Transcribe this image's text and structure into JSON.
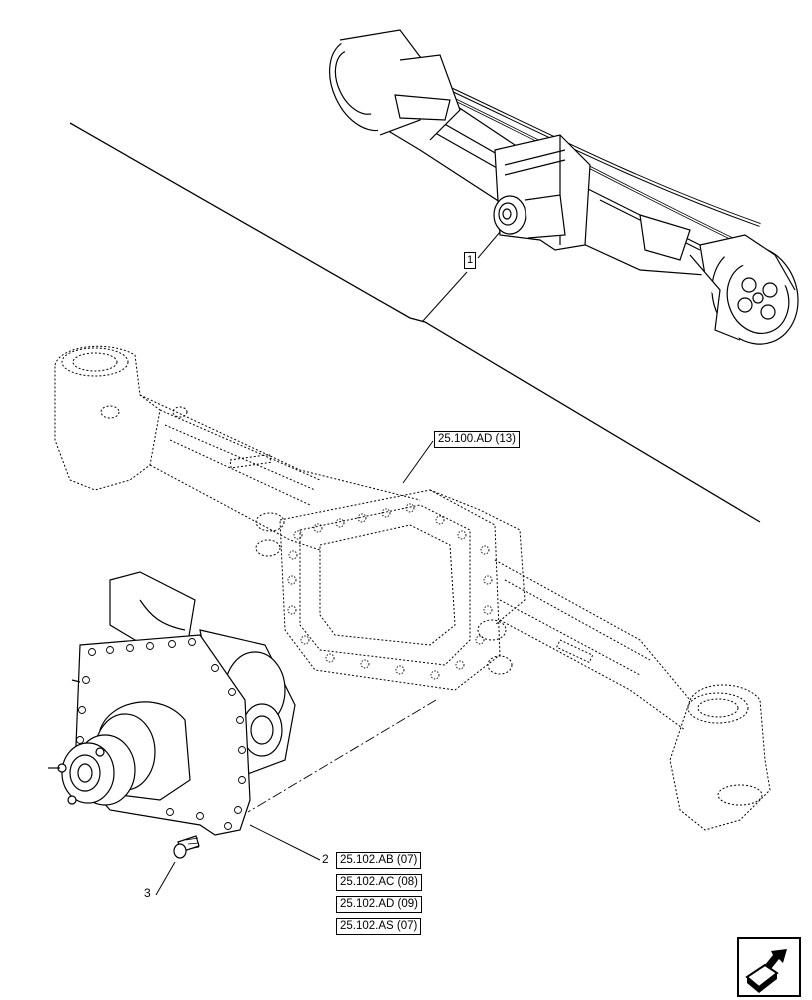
{
  "callouts": {
    "item1": "1",
    "item2": "2",
    "item3": "3",
    "axle_ref": "25.100.AD (13)",
    "diff_refs": [
      "25.102.AB (07)",
      "25.102.AC (08)",
      "25.102.AD (09)",
      "25.102.AS (07)"
    ]
  },
  "icons": {
    "navigation": "next-page-arrow-icon"
  }
}
